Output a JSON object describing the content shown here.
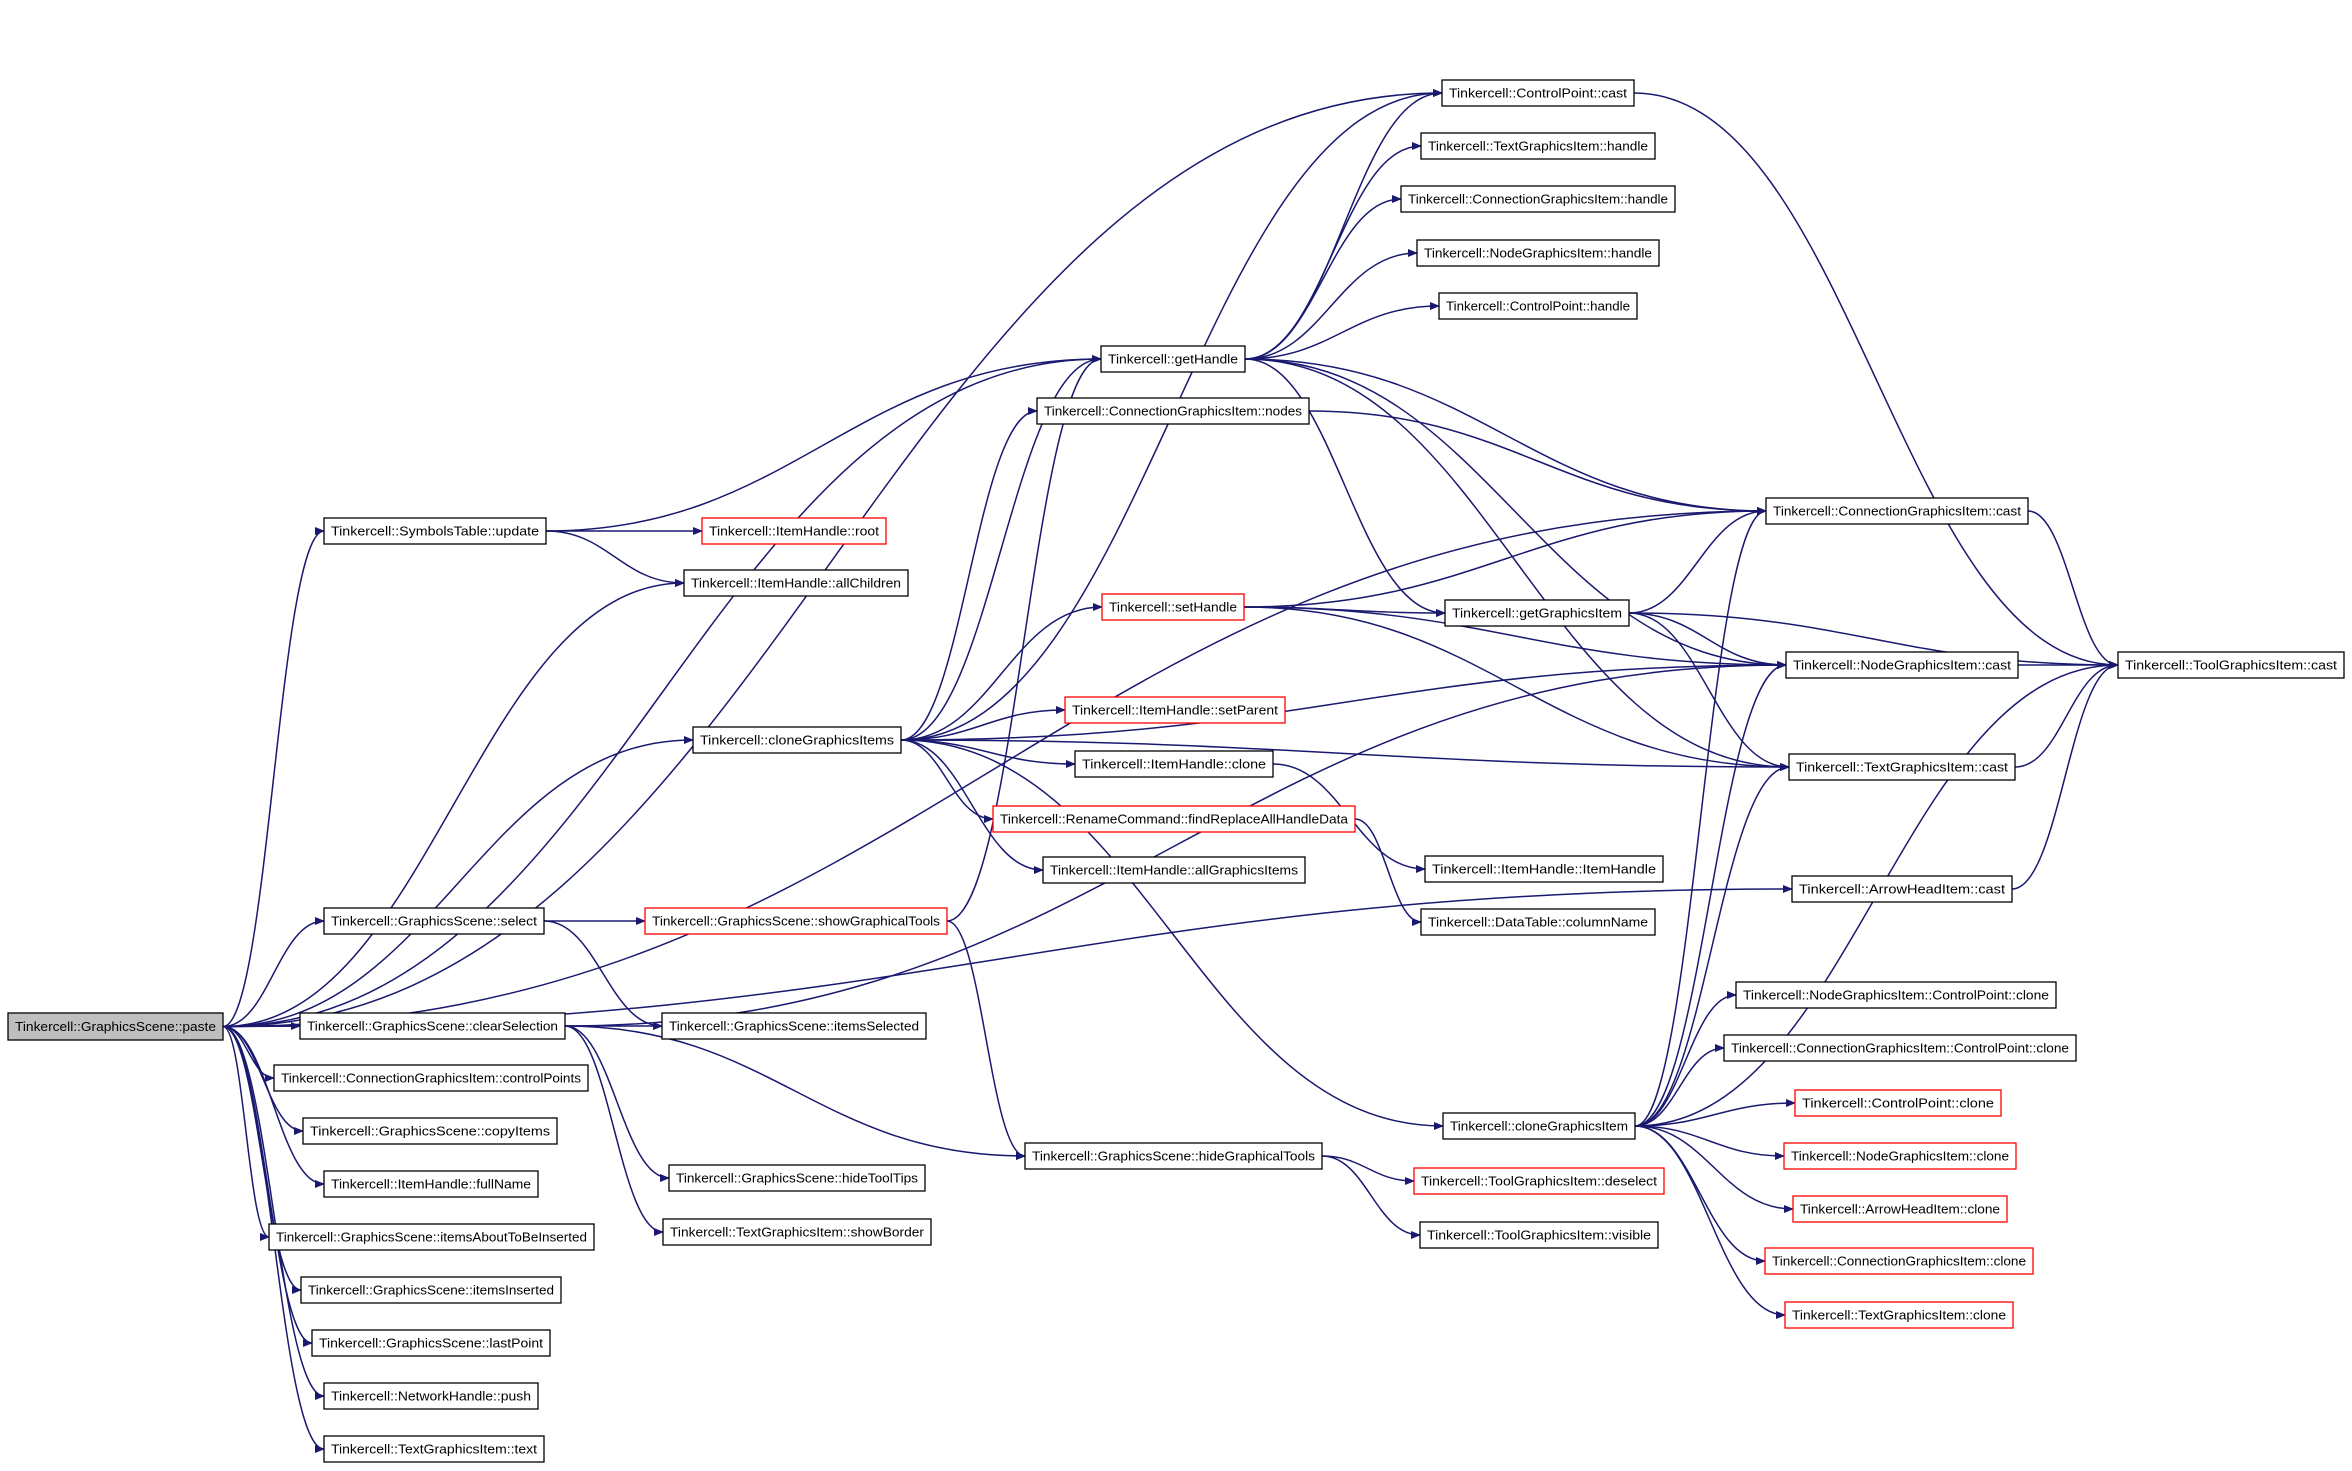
{
  "colors": {
    "edge": "#191970",
    "normal_border": "#000000",
    "truncated_border": "#ff0000",
    "root_fill": "#bfbfbf",
    "node_fill": "#ffffff"
  },
  "nodes": [
    {
      "id": "paste",
      "label": "Tinkercell::GraphicsScene::paste",
      "kind": "root"
    },
    {
      "id": "symtab_update",
      "label": "Tinkercell::SymbolsTable::update",
      "kind": "normal"
    },
    {
      "id": "ih_root",
      "label": "Tinkercell::ItemHandle::root",
      "kind": "truncated"
    },
    {
      "id": "ih_allchildren",
      "label": "Tinkercell::ItemHandle::allChildren",
      "kind": "normal"
    },
    {
      "id": "clone_items",
      "label": "Tinkercell::cloneGraphicsItems",
      "kind": "normal"
    },
    {
      "id": "gs_select",
      "label": "Tinkercell::GraphicsScene::select",
      "kind": "normal"
    },
    {
      "id": "show_tools",
      "label": "Tinkercell::GraphicsScene::showGraphicalTools",
      "kind": "truncated"
    },
    {
      "id": "clear_sel",
      "label": "Tinkercell::GraphicsScene::clearSelection",
      "kind": "normal"
    },
    {
      "id": "items_selected",
      "label": "Tinkercell::GraphicsScene::itemsSelected",
      "kind": "normal"
    },
    {
      "id": "control_points",
      "label": "Tinkercell::ConnectionGraphicsItem::controlPoints",
      "kind": "normal"
    },
    {
      "id": "copy_items",
      "label": "Tinkercell::GraphicsScene::copyItems",
      "kind": "normal"
    },
    {
      "id": "full_name",
      "label": "Tinkercell::ItemHandle::fullName",
      "kind": "normal"
    },
    {
      "id": "about_inserted",
      "label": "Tinkercell::GraphicsScene::itemsAboutToBeInserted",
      "kind": "normal"
    },
    {
      "id": "items_inserted",
      "label": "Tinkercell::GraphicsScene::itemsInserted",
      "kind": "normal"
    },
    {
      "id": "last_point",
      "label": "Tinkercell::GraphicsScene::lastPoint",
      "kind": "normal"
    },
    {
      "id": "nh_push",
      "label": "Tinkercell::NetworkHandle::push",
      "kind": "normal"
    },
    {
      "id": "tgi_text",
      "label": "Tinkercell::TextGraphicsItem::text",
      "kind": "normal"
    },
    {
      "id": "hide_tooltips",
      "label": "Tinkercell::GraphicsScene::hideToolTips",
      "kind": "normal"
    },
    {
      "id": "show_border",
      "label": "Tinkercell::TextGraphicsItem::showBorder",
      "kind": "normal"
    },
    {
      "id": "hide_tools",
      "label": "Tinkercell::GraphicsScene::hideGraphicalTools",
      "kind": "normal"
    },
    {
      "id": "deselect",
      "label": "Tinkercell::ToolGraphicsItem::deselect",
      "kind": "truncated"
    },
    {
      "id": "visible",
      "label": "Tinkercell::ToolGraphicsItem::visible",
      "kind": "normal"
    },
    {
      "id": "get_handle",
      "label": "Tinkercell::getHandle",
      "kind": "normal"
    },
    {
      "id": "cgi_nodes",
      "label": "Tinkercell::ConnectionGraphicsItem::nodes",
      "kind": "normal"
    },
    {
      "id": "set_handle",
      "label": "Tinkercell::setHandle",
      "kind": "truncated"
    },
    {
      "id": "set_parent",
      "label": "Tinkercell::ItemHandle::setParent",
      "kind": "truncated"
    },
    {
      "id": "ih_clone",
      "label": "Tinkercell::ItemHandle::clone",
      "kind": "normal"
    },
    {
      "id": "rename_find",
      "label": "Tinkercell::RenameCommand::findReplaceAllHandleData",
      "kind": "truncated"
    },
    {
      "id": "all_gitems",
      "label": "Tinkercell::ItemHandle::allGraphicsItems",
      "kind": "normal"
    },
    {
      "id": "ih_ctor",
      "label": "Tinkercell::ItemHandle::ItemHandle",
      "kind": "normal"
    },
    {
      "id": "dt_colname",
      "label": "Tinkercell::DataTable::columnName",
      "kind": "normal"
    },
    {
      "id": "get_gitem",
      "label": "Tinkercell::getGraphicsItem",
      "kind": "normal"
    },
    {
      "id": "cp_cast",
      "label": "Tinkercell::ControlPoint::cast",
      "kind": "normal"
    },
    {
      "id": "tgi_handle",
      "label": "Tinkercell::TextGraphicsItem::handle",
      "kind": "normal"
    },
    {
      "id": "cgi_handle",
      "label": "Tinkercell::ConnectionGraphicsItem::handle",
      "kind": "normal"
    },
    {
      "id": "ngi_handle",
      "label": "Tinkercell::NodeGraphicsItem::handle",
      "kind": "normal"
    },
    {
      "id": "cp_handle",
      "label": "Tinkercell::ControlPoint::handle",
      "kind": "normal"
    },
    {
      "id": "cgi_cast",
      "label": "Tinkercell::ConnectionGraphicsItem::cast",
      "kind": "normal"
    },
    {
      "id": "ngi_cast",
      "label": "Tinkercell::NodeGraphicsItem::cast",
      "kind": "normal"
    },
    {
      "id": "tgi_cast",
      "label": "Tinkercell::TextGraphicsItem::cast",
      "kind": "normal"
    },
    {
      "id": "ahi_cast",
      "label": "Tinkercell::ArrowHeadItem::cast",
      "kind": "normal"
    },
    {
      "id": "tool_cast",
      "label": "Tinkercell::ToolGraphicsItem::cast",
      "kind": "normal"
    },
    {
      "id": "clone_item",
      "label": "Tinkercell::cloneGraphicsItem",
      "kind": "normal"
    },
    {
      "id": "ngi_cp_clone",
      "label": "Tinkercell::NodeGraphicsItem::ControlPoint::clone",
      "kind": "normal"
    },
    {
      "id": "cgi_cp_clone",
      "label": "Tinkercell::ConnectionGraphicsItem::ControlPoint::clone",
      "kind": "normal"
    },
    {
      "id": "cp_clone",
      "label": "Tinkercell::ControlPoint::clone",
      "kind": "truncated"
    },
    {
      "id": "ngi_clone",
      "label": "Tinkercell::NodeGraphicsItem::clone",
      "kind": "truncated"
    },
    {
      "id": "ahi_clone",
      "label": "Tinkercell::ArrowHeadItem::clone",
      "kind": "truncated"
    },
    {
      "id": "cgi_clone",
      "label": "Tinkercell::ConnectionGraphicsItem::clone",
      "kind": "truncated"
    },
    {
      "id": "tgi_clone",
      "label": "Tinkercell::TextGraphicsItem::clone",
      "kind": "truncated"
    }
  ],
  "edges": [
    [
      "paste",
      "symtab_update"
    ],
    [
      "paste",
      "ih_allchildren"
    ],
    [
      "paste",
      "clone_items"
    ],
    [
      "paste",
      "gs_select"
    ],
    [
      "paste",
      "clear_sel"
    ],
    [
      "paste",
      "control_points"
    ],
    [
      "paste",
      "copy_items"
    ],
    [
      "paste",
      "full_name"
    ],
    [
      "paste",
      "about_inserted"
    ],
    [
      "paste",
      "items_inserted"
    ],
    [
      "paste",
      "last_point"
    ],
    [
      "paste",
      "nh_push"
    ],
    [
      "paste",
      "tgi_text"
    ],
    [
      "paste",
      "cp_cast"
    ],
    [
      "paste",
      "get_handle"
    ],
    [
      "paste",
      "cgi_cast"
    ],
    [
      "paste",
      "ahi_cast"
    ],
    [
      "symtab_update",
      "ih_root"
    ],
    [
      "symtab_update",
      "ih_allchildren"
    ],
    [
      "symtab_update",
      "get_handle"
    ],
    [
      "gs_select",
      "show_tools"
    ],
    [
      "gs_select",
      "items_selected"
    ],
    [
      "show_tools",
      "hide_tools"
    ],
    [
      "show_tools",
      "get_handle"
    ],
    [
      "clear_sel",
      "items_selected"
    ],
    [
      "clear_sel",
      "hide_tools"
    ],
    [
      "clear_sel",
      "hide_tooltips"
    ],
    [
      "clear_sel",
      "show_border"
    ],
    [
      "clear_sel",
      "ngi_cast"
    ],
    [
      "hide_tools",
      "deselect"
    ],
    [
      "hide_tools",
      "visible"
    ],
    [
      "clone_items",
      "get_handle"
    ],
    [
      "clone_items",
      "cgi_nodes"
    ],
    [
      "clone_items",
      "set_handle"
    ],
    [
      "clone_items",
      "set_parent"
    ],
    [
      "clone_items",
      "ih_clone"
    ],
    [
      "clone_items",
      "rename_find"
    ],
    [
      "clone_items",
      "all_gitems"
    ],
    [
      "clone_items",
      "clone_item"
    ],
    [
      "clone_items",
      "ngi_cast"
    ],
    [
      "clone_items",
      "cp_cast"
    ],
    [
      "clone_items",
      "tgi_cast"
    ],
    [
      "ih_clone",
      "ih_ctor"
    ],
    [
      "rename_find",
      "dt_colname"
    ],
    [
      "set_handle",
      "get_gitem"
    ],
    [
      "set_handle",
      "cgi_cast"
    ],
    [
      "set_handle",
      "ngi_cast"
    ],
    [
      "set_handle",
      "tgi_cast"
    ],
    [
      "get_handle",
      "cp_cast"
    ],
    [
      "get_handle",
      "tgi_handle"
    ],
    [
      "get_handle",
      "cgi_handle"
    ],
    [
      "get_handle",
      "ngi_handle"
    ],
    [
      "get_handle",
      "cp_handle"
    ],
    [
      "get_handle",
      "cgi_cast"
    ],
    [
      "get_handle",
      "ngi_cast"
    ],
    [
      "get_handle",
      "tgi_cast"
    ],
    [
      "get_handle",
      "get_gitem"
    ],
    [
      "cgi_nodes",
      "cgi_cast"
    ],
    [
      "get_gitem",
      "cgi_cast"
    ],
    [
      "get_gitem",
      "ngi_cast"
    ],
    [
      "get_gitem",
      "tgi_cast"
    ],
    [
      "get_gitem",
      "tool_cast"
    ],
    [
      "cp_cast",
      "tool_cast"
    ],
    [
      "cgi_cast",
      "tool_cast"
    ],
    [
      "ngi_cast",
      "tool_cast"
    ],
    [
      "tgi_cast",
      "tool_cast"
    ],
    [
      "ahi_cast",
      "tool_cast"
    ],
    [
      "clone_item",
      "ngi_cp_clone"
    ],
    [
      "clone_item",
      "cgi_cp_clone"
    ],
    [
      "clone_item",
      "cp_clone"
    ],
    [
      "clone_item",
      "ngi_clone"
    ],
    [
      "clone_item",
      "ahi_clone"
    ],
    [
      "clone_item",
      "cgi_clone"
    ],
    [
      "clone_item",
      "tgi_clone"
    ],
    [
      "clone_item",
      "cgi_cast"
    ],
    [
      "clone_item",
      "ngi_cast"
    ],
    [
      "clone_item",
      "tgi_cast"
    ],
    [
      "clone_item",
      "tool_cast"
    ]
  ]
}
